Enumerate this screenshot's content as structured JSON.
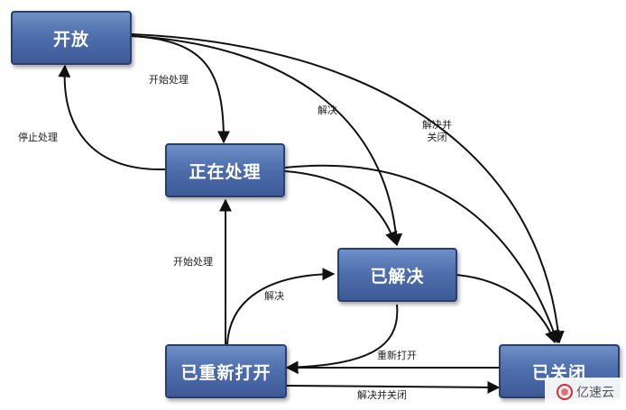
{
  "nodes": {
    "open": "开放",
    "in_progress": "正在处理",
    "resolved": "已解决",
    "reopened": "已重新打开",
    "closed": "已关闭"
  },
  "edges": {
    "start_progress_top": "开始处理",
    "stop_progress": "停止处理",
    "resolve_top": "解决",
    "resolve_close_line1": "解决并",
    "resolve_close_line2": "关闭",
    "start_progress_reopened": "开始处理",
    "resolve_reopened": "解决",
    "reopen": "重新打开",
    "resolve_and_close": "解决并关闭"
  },
  "watermark": "亿速云",
  "colors": {
    "node_fill": "#4f6fad",
    "node_border": "#2a3f6e",
    "edge": "#111111"
  }
}
